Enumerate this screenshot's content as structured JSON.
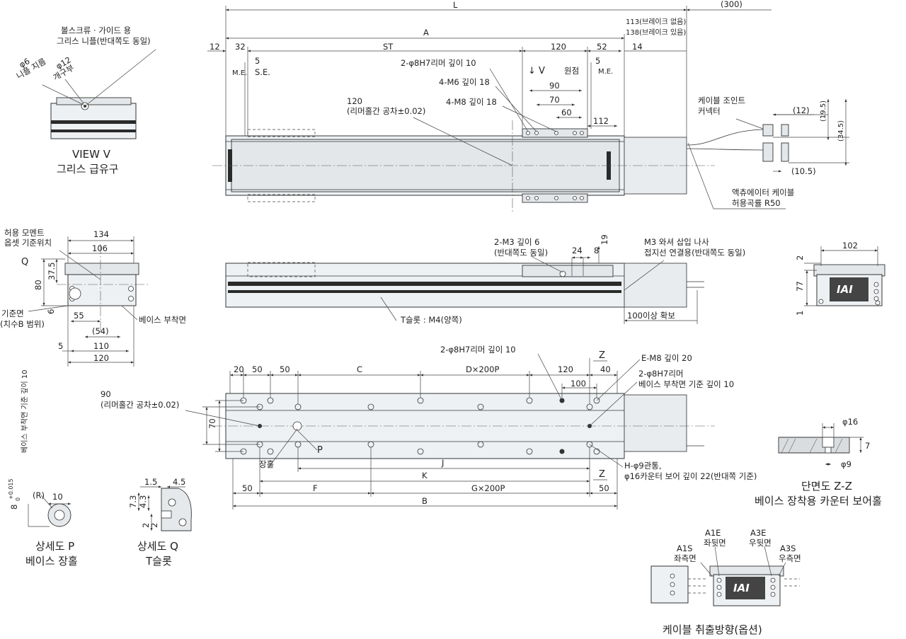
{
  "top_view": {
    "L": "L",
    "A": "A",
    "ST": "ST",
    "d300": "(300)",
    "d12": "12",
    "d32": "32",
    "d5a": "5",
    "d5b": "5",
    "d120": "120",
    "d52": "52",
    "d14": "14",
    "me_left": "M.E.",
    "se": "S.E.",
    "origin": "원점",
    "me_right": "M.E.",
    "arrow_v": "↓ V",
    "brake_none": "113(브레이크 없음)",
    "brake_with": "138(브레이크 있음)",
    "reamer_top": "2-φ8H7리머 깊이 10",
    "m6": "4-M6 깊이 18",
    "m8": "4-M8 깊이 18",
    "reamer_pitch": "120",
    "reamer_pitch_tol": "(리머홀간 공차±0.02)",
    "d90": "90",
    "d70": "70",
    "d60": "60",
    "d112": "112",
    "cable_joint_1": "케이블 조인트",
    "cable_joint_2": "커넥터",
    "d12p": "(12)",
    "d19_5": "(19.5)",
    "d34_5": "(34.5)",
    "d10_5": "(10.5)",
    "actuator_cable_1": "액츄에이터 케이블",
    "actuator_cable_2": "허용곡률 R50"
  },
  "view_v": {
    "ball_screw_1": "볼스크류 · 가이드 용",
    "ball_screw_2": "그리스 니플(반대쪽도 동일)",
    "phi6": "φ6",
    "phi6_label": "니플 지름",
    "phi12": "φ12",
    "phi12_label": "개구부",
    "title_1": "VIEW V",
    "title_2": "그리스 급유구"
  },
  "side_view": {
    "m3": "2-M3 깊이 6",
    "m3_sub": "(반대쪽도 동일)",
    "d24": "24",
    "d8": "8",
    "d19": "19",
    "washer_1": "M3 와셔 삽입 나사",
    "washer_2": "접지선 연결용(반대쪽도 동일)",
    "tslot": "T슬롯 : M4(양쪽)",
    "clearance": "100이상 확보"
  },
  "end_view": {
    "moment_1": "허용 모멘트",
    "moment_2": "옵셋 기준위치",
    "d134": "134",
    "d106": "106",
    "q": "Q",
    "d37_5": "37.5",
    "d80": "80",
    "d6": "6",
    "datum_1": "기준면",
    "datum_2": "(치수B 범위)",
    "d55": "55",
    "d54": "(54)",
    "d5": "5",
    "d110": "110",
    "d120": "120",
    "base_mount": "베이스 부착면"
  },
  "motor_end": {
    "d102": "102",
    "d2": "2",
    "d77": "77",
    "d1": "1",
    "logo": "IAI"
  },
  "bottom_view": {
    "d20": "20",
    "d50a": "50",
    "d50b": "50",
    "C": "C",
    "D200P": "D×200P",
    "d120": "120",
    "d40": "40",
    "z_top": "Z",
    "z_bot": "Z",
    "d100": "100",
    "reamer": "2-φ8H7리머 깊이 10",
    "e_m8": "E-M8 깊이 20",
    "reamer_base_1": "2-φ8H7리머",
    "reamer_base_2": "베이스 부착면 기준 깊이 10",
    "d90": "90",
    "d90_tol": "(리머홀간 공차±0.02)",
    "d70": "70",
    "p": "P",
    "slot": "장홀",
    "J": "J",
    "K": "K",
    "F": "F",
    "G200P": "G×200P",
    "B": "B",
    "d50c": "50",
    "d50d": "50",
    "h_phi9_1": "H-φ9관통,",
    "h_phi9_2": "φ16카운터 보어 깊이 22(반대쪽 기준)"
  },
  "detail_p": {
    "depth": "베이스 부착면 기준 깊이 10",
    "size": "8",
    "tol": "+0.015",
    "tol0": "0",
    "r": "(R)",
    "d10": "10",
    "title_1": "상세도 P",
    "title_2": "베이스 장홀"
  },
  "detail_q": {
    "d1_5": "1.5",
    "d4_5": "4.5",
    "d7_3": "7.3",
    "d4_3": "4.3",
    "d2": "2",
    "d2b": "2",
    "title_1": "상세도 Q",
    "title_2": "T슬롯"
  },
  "section_zz": {
    "phi16": "φ16",
    "phi9": "φ9",
    "d7": "7",
    "title_1": "단면도 Z-Z",
    "title_2": "베이스 장착용 카운터 보어홀"
  },
  "cable_exit": {
    "a1e": "A1E",
    "a1e_label": "좌뒷면",
    "a3e": "A3E",
    "a3e_label": "우뒷면",
    "a1s": "A1S",
    "a1s_label": "좌측면",
    "a3s": "A3S",
    "a3s_label": "우측면",
    "logo": "IAI",
    "title": "케이블 취출방향(옵션)"
  }
}
